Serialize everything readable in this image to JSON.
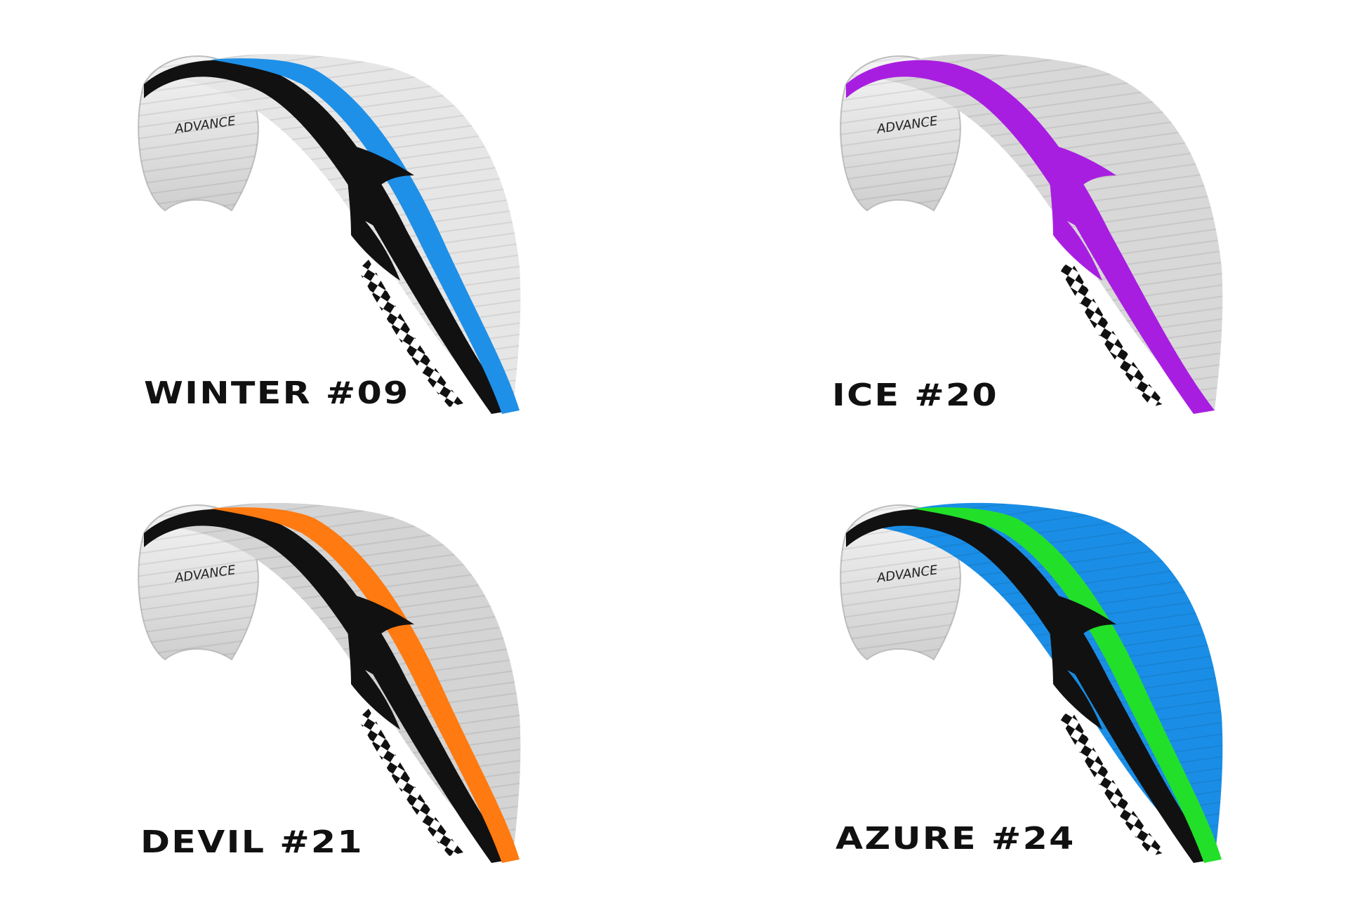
{
  "variants": [
    {
      "label": "WINTER #09",
      "colors": {
        "accent": "#1e90e8",
        "top": "#e6e6e6",
        "logo": "#111111"
      }
    },
    {
      "label": "ICE #20",
      "colors": {
        "accent": "#a81ee0",
        "top": "#d8d8d8",
        "logo": "#a81ee0"
      }
    },
    {
      "label": "DEVIL #21",
      "colors": {
        "accent": "#ff7a10",
        "top": "#d4d4d4",
        "logo": "#111111"
      }
    },
    {
      "label": "AZURE #24",
      "colors": {
        "accent": "#22e02a",
        "top": "#1a8ee6",
        "logo": "#111111"
      }
    }
  ],
  "brand_lettering": "ADVANCE"
}
